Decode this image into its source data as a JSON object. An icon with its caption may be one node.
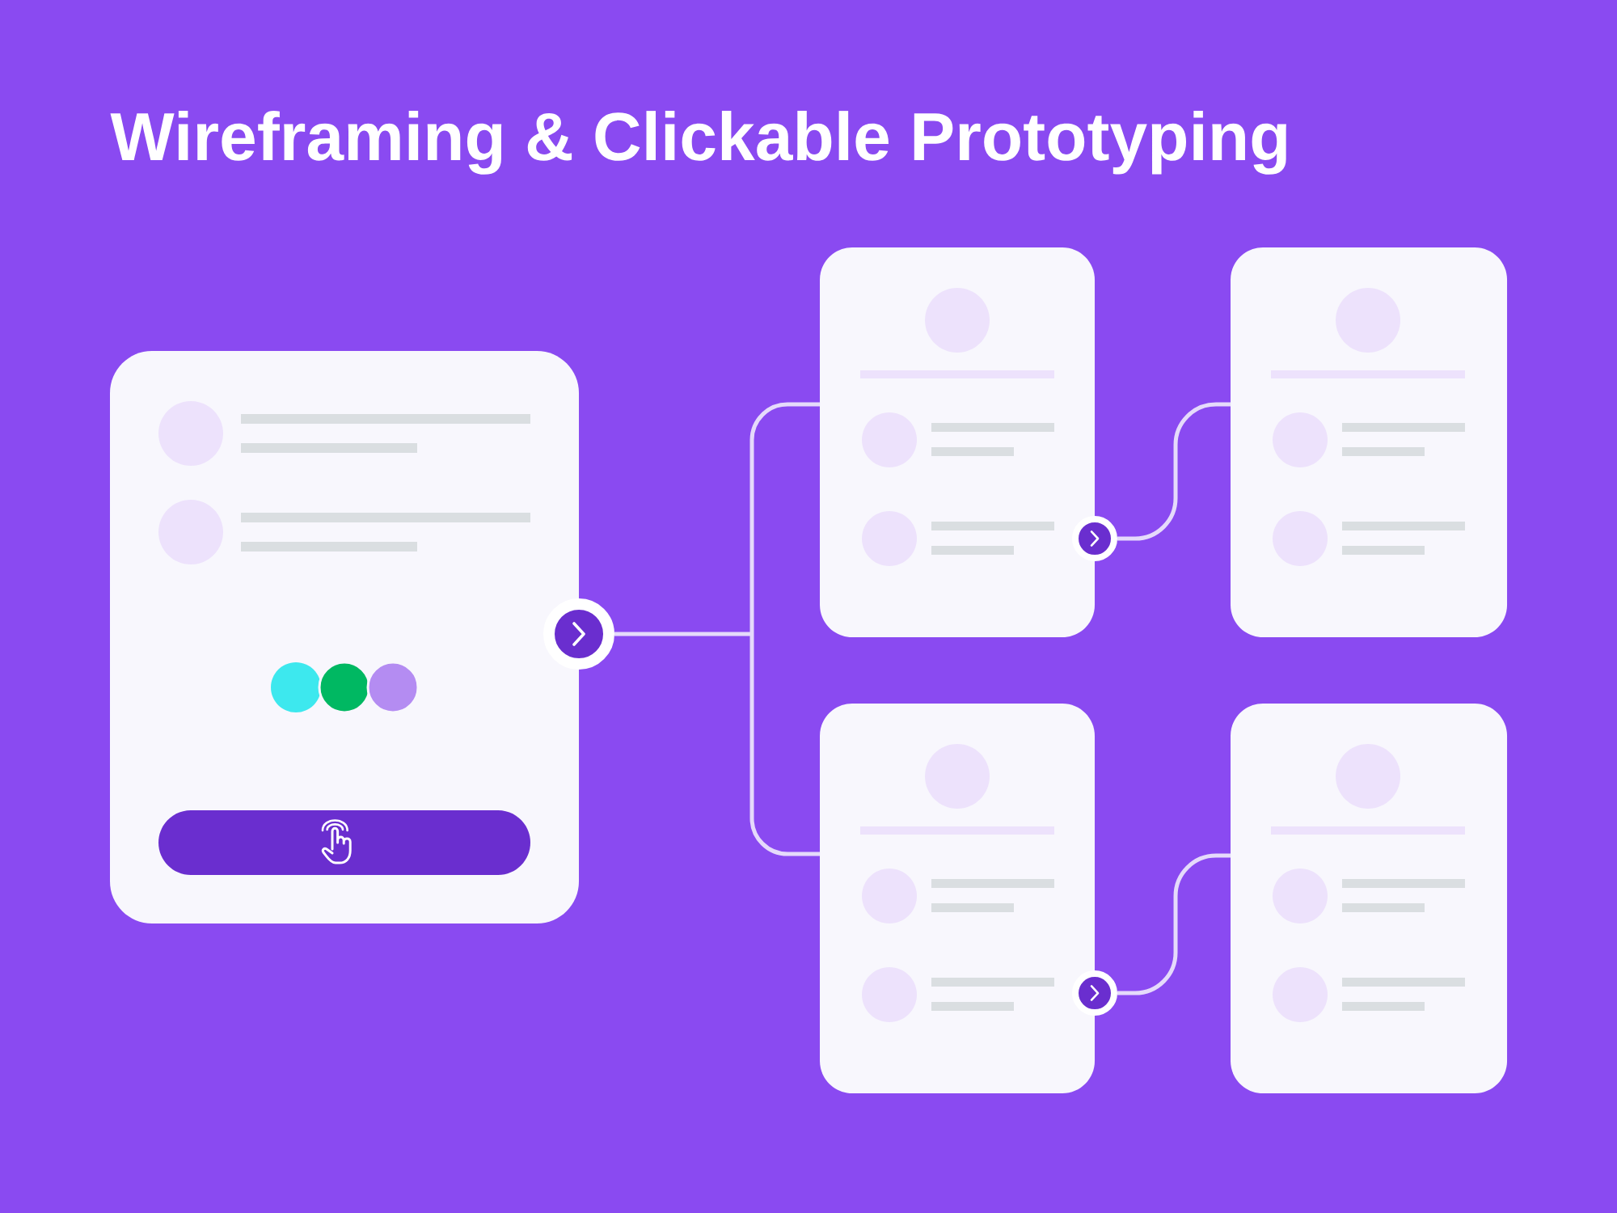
{
  "diagram": {
    "title": "Wireframing & Clickable Prototyping",
    "nodes": [
      {
        "text": [],
        "shape": "box"
      },
      {
        "text": [],
        "shape": "box"
      },
      {
        "text": [],
        "shape": "box"
      },
      {
        "text": [],
        "shape": "box"
      },
      {
        "text": [],
        "shape": "box"
      }
    ],
    "edges": [
      {
        "from": 0,
        "to": 1,
        "arrow": "none"
      },
      {
        "from": 0,
        "to": 3,
        "arrow": "none"
      },
      {
        "from": 1,
        "to": 2,
        "arrow": "none"
      },
      {
        "from": 3,
        "to": 4,
        "arrow": "none"
      }
    ]
  }
}
